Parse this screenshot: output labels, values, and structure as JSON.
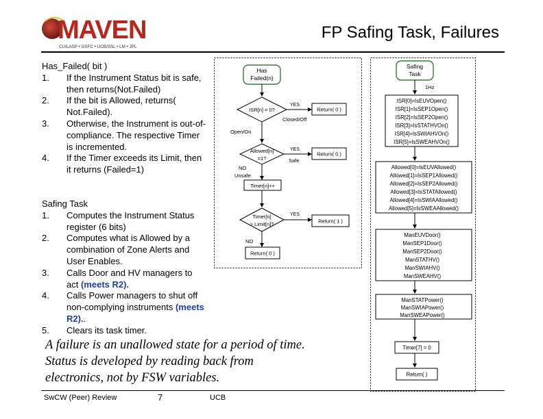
{
  "logo": {
    "wordmark": "MAVEN",
    "partners": "CU/LASP • GSFC • UCB/SSL • LM • JPL"
  },
  "title": "FP Safing Task, Failures",
  "has_failed": {
    "heading": "Has_Failed( bit )",
    "items": [
      {
        "num": "1.",
        "text": "If the Instrument Status bit is safe, then returns(Not.Failed)"
      },
      {
        "num": "2.",
        "text": "If the bit is Allowed, returns( Not.Failed)."
      },
      {
        "num": "3.",
        "text": "Otherwise, the Instrument is out-of-compliance.  The respective Timer is incremented."
      },
      {
        "num": "4.",
        "text": "If the Timer exceeds its Limit, then it returns (Failed=1)"
      }
    ]
  },
  "safing_task": {
    "heading": "Safing Task",
    "items": [
      {
        "num": "1.",
        "text": "Computes the Instrument Status register (6 bits)",
        "emph": "",
        "tail": ""
      },
      {
        "num": "2.",
        "text": "Computes what is Allowed by a combination of Zone Alerts and User Enables.",
        "emph": "",
        "tail": ""
      },
      {
        "num": "3.",
        "text": "Calls Door and HV managers to act ",
        "emph": "(meets R2).",
        "tail": ""
      },
      {
        "num": "4.",
        "text": "Calls Power managers to shut off non-complying instruments ",
        "emph": "(meets R2).",
        "tail": "."
      },
      {
        "num": "5.",
        "text": "Clears its task timer.",
        "emph": "",
        "tail": ""
      }
    ]
  },
  "statement": [
    "A failure is an unallowed state for a period of time.",
    "Status is developed by reading back from",
    "electronics, not by FSW variables."
  ],
  "footer": {
    "left": "SwCW (Peer) Review",
    "page": "7",
    "right": "UCB"
  },
  "flow_failed": {
    "start": [
      "Has",
      "Failed(n)"
    ],
    "d1": "ISR[n] = 0?",
    "yes1": "YES",
    "closed_off": "Closed/Off",
    "return0_a": "Return( 0 )",
    "open_on": "Open/On",
    "d2": [
      "Allowed[n]",
      "=1?"
    ],
    "yes2": "YES",
    "safe": "Safe",
    "return0_b": "Return( 0 )",
    "no_unsafe": [
      "NO",
      "Unsafe"
    ],
    "timer_inc": "Timer[n]++",
    "d3": [
      "Timer[n]",
      "> Limit[n]?"
    ],
    "yes3": "YES",
    "return1": "Return( 1 )",
    "no3": "NO",
    "return0_c": "Return( 0 )"
  },
  "flow_safing": {
    "start": [
      "Safing",
      "Task"
    ],
    "hz": "1Hz",
    "isr": [
      "ISR[0]=IsEUVOpen()",
      "ISR[1]=IsSEP1Open()",
      "ISR[2]=IsSEP2Open()",
      "ISR[3]=IsSTATHVOn()",
      "ISR[4]=IsSWIAHVOn()",
      "ISR[5]=IsSWEAHVOn()"
    ],
    "allowed": [
      "Allowed[0]=IsEUVAllowed()",
      "Allowed[1]=IsSEP1Allowed()",
      "Allowed[2]=IsSEP2Allowed()",
      "Allowed[3]=IsSTATAllowed()",
      "Allowed[4]=IsSWIAAllowed()",
      "Allowed[5]=IsSWEAAllowed()"
    ],
    "managers": [
      "ManEUVDoor()",
      "ManSEP1Door()",
      "ManSEP2Door()",
      "ManSTATHV()",
      "ManSWIAHV()",
      "ManSWEAHV()"
    ],
    "power": [
      "ManSTATPower()",
      "ManSWIAPower()",
      "ManSWEAPower()"
    ],
    "timer": "Timer[7] = 0",
    "return": "Return( )"
  }
}
